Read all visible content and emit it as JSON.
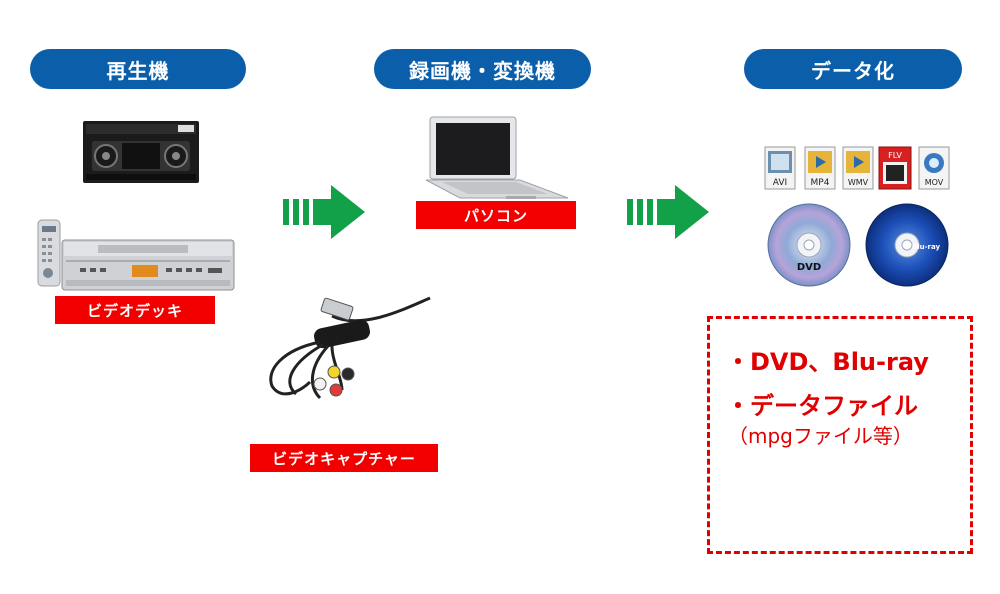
{
  "headers": {
    "playback": "再生機",
    "recorder": "録画機・変換機",
    "digitize": "データ化"
  },
  "labels": {
    "video_deck": "ビデオデッキ",
    "pc": "パソコン",
    "capture": "ビデオキャプチャー"
  },
  "file_icons": [
    {
      "text": "AVI"
    },
    {
      "text": "MP4"
    },
    {
      "text": "WMV"
    },
    {
      "text": "FLV"
    },
    {
      "text": "MOV"
    }
  ],
  "disc_labels": {
    "dvd": "DVD",
    "bluray": "Blu-ray"
  },
  "output_box": {
    "bullet1": "・DVD、Blu-ray",
    "bullet2": "・データファイル",
    "note": "（mpgファイル等）"
  },
  "colors": {
    "header_blue": "#0b5faa",
    "label_red": "#f20000",
    "arrow_green": "#12a048",
    "text_red": "#e00000"
  }
}
